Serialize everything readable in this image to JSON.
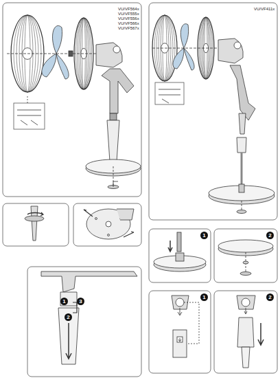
{
  "diagram": {
    "labels": [
      "VU/VF564x",
      "VU/VF555x",
      "VU/VF556x",
      "VU/VF566x",
      "VU/VF567x",
      "VU/VF411x",
      "1",
      "3",
      "2",
      "1",
      "2",
      "1",
      "2"
    ]
  }
}
